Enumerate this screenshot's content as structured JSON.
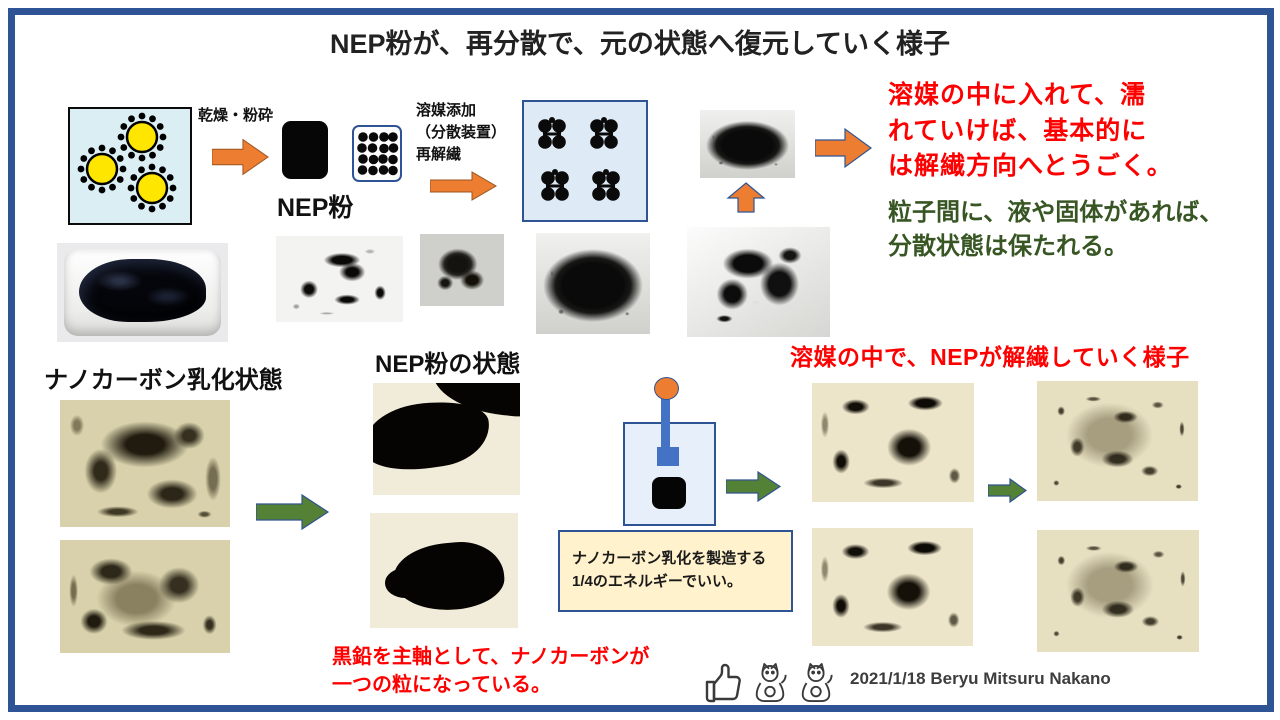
{
  "colors": {
    "frame_navy": "#2F5496",
    "arrow_orange": "#ED7D31",
    "arrow_green": "#538135",
    "red_text": "#FF0000",
    "dark_green_text": "#375623",
    "light_blue_box": "#DEEBF7",
    "emulsion_box": "#DAEEF3",
    "yellow_note": "#FFF2CC",
    "device_blue": "#4472C4"
  },
  "title": "NEP粉が、再分散で、元の状態へ復元していく様子",
  "flow": {
    "dry_label": "乾燥・粉砕",
    "nep_label": "NEP粉",
    "solvent_label": "溶媒添加\n（分散装置）\n再解繊"
  },
  "notes": {
    "wetting": "溶媒の中に入れて、濡\nれていけば、基本的に\nは解繊方向へとうごく。",
    "between_particles": "粒子間に、液や固体があれば、\n分散状態は保たれる。",
    "defibration_heading": "溶媒の中で、NEPが解繊していく様子",
    "energy": "ナノカーボン乳化を製造する\n1/4のエネルギーでいい。",
    "graphite": "黒鉛を主軸として、ナノカーボンが\n一つの粒になっている。"
  },
  "sections": {
    "emulsion_label": "ナノカーボン乳化状態",
    "nep_state_label": "NEP粉の状態"
  },
  "credit": "2021/1/18 Beryu Mitsuru Nakano"
}
